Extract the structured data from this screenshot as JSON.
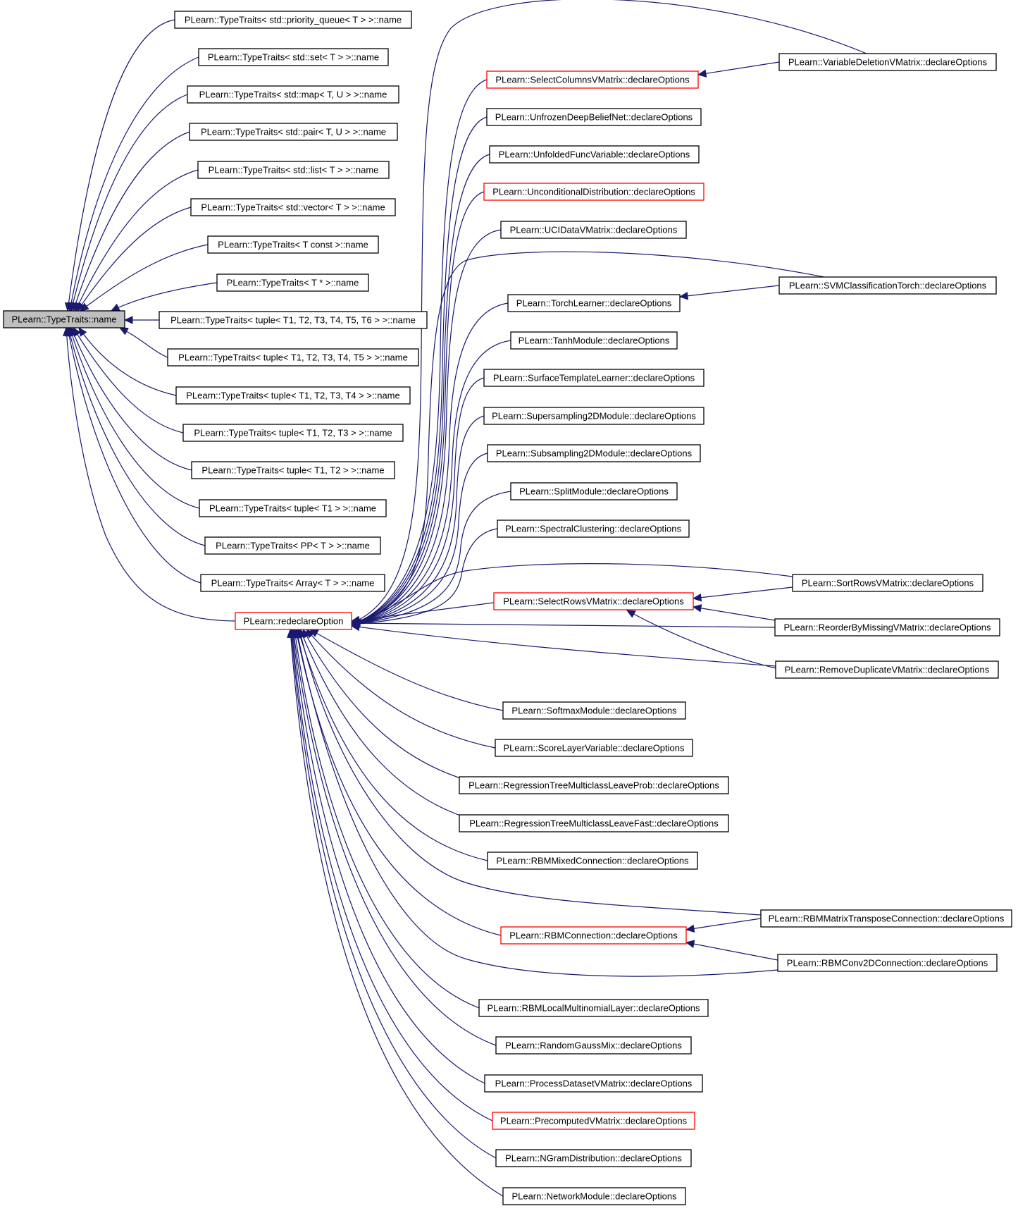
{
  "colors": {
    "edge": "#191970",
    "node_border": "#000000",
    "node_border_highlight": "#ff0000",
    "root_fill": "#bfbfbf",
    "background": "#ffffff"
  },
  "nodes": [
    {
      "id": "root",
      "label": "PLearn::TypeTraits::name",
      "style": "root"
    },
    {
      "id": "tt_pq",
      "label": "PLearn::TypeTraits< std::priority_queue< T > >::name",
      "style": "normal"
    },
    {
      "id": "tt_set",
      "label": "PLearn::TypeTraits< std::set< T > >::name",
      "style": "normal"
    },
    {
      "id": "tt_map",
      "label": "PLearn::TypeTraits< std::map< T, U > >::name",
      "style": "normal"
    },
    {
      "id": "tt_pair",
      "label": "PLearn::TypeTraits< std::pair< T, U > >::name",
      "style": "normal"
    },
    {
      "id": "tt_list",
      "label": "PLearn::TypeTraits< std::list< T > >::name",
      "style": "normal"
    },
    {
      "id": "tt_vector",
      "label": "PLearn::TypeTraits< std::vector< T > >::name",
      "style": "normal"
    },
    {
      "id": "tt_tconst",
      "label": "PLearn::TypeTraits< T const >::name",
      "style": "normal"
    },
    {
      "id": "tt_tptr",
      "label": "PLearn::TypeTraits< T * >::name",
      "style": "normal"
    },
    {
      "id": "tt_tuple6",
      "label": "PLearn::TypeTraits< tuple< T1, T2, T3, T4, T5, T6 > >::name",
      "style": "normal"
    },
    {
      "id": "tt_tuple5",
      "label": "PLearn::TypeTraits< tuple< T1, T2, T3, T4, T5 > >::name",
      "style": "normal"
    },
    {
      "id": "tt_tuple4",
      "label": "PLearn::TypeTraits< tuple< T1, T2, T3, T4 > >::name",
      "style": "normal"
    },
    {
      "id": "tt_tuple3",
      "label": "PLearn::TypeTraits< tuple< T1, T2, T3 > >::name",
      "style": "normal"
    },
    {
      "id": "tt_tuple2",
      "label": "PLearn::TypeTraits< tuple< T1, T2 > >::name",
      "style": "normal"
    },
    {
      "id": "tt_tuple1",
      "label": "PLearn::TypeTraits< tuple< T1 > >::name",
      "style": "normal"
    },
    {
      "id": "tt_pp",
      "label": "PLearn::TypeTraits< PP< T > >::name",
      "style": "normal"
    },
    {
      "id": "tt_array",
      "label": "PLearn::TypeTraits< Array< T > >::name",
      "style": "normal"
    },
    {
      "id": "redeclare",
      "label": "PLearn::redeclareOption",
      "style": "highlight"
    },
    {
      "id": "selcols",
      "label": "PLearn::SelectColumnsVMatrix::declareOptions",
      "style": "highlight"
    },
    {
      "id": "unfrozen",
      "label": "PLearn::UnfrozenDeepBeliefNet::declareOptions",
      "style": "normal"
    },
    {
      "id": "unfolded",
      "label": "PLearn::UnfoldedFuncVariable::declareOptions",
      "style": "normal"
    },
    {
      "id": "uncond",
      "label": "PLearn::UnconditionalDistribution::declareOptions",
      "style": "highlight"
    },
    {
      "id": "uci",
      "label": "PLearn::UCIDataVMatrix::declareOptions",
      "style": "normal"
    },
    {
      "id": "torch",
      "label": "PLearn::TorchLearner::declareOptions",
      "style": "normal"
    },
    {
      "id": "tanh",
      "label": "PLearn::TanhModule::declareOptions",
      "style": "normal"
    },
    {
      "id": "surface",
      "label": "PLearn::SurfaceTemplateLearner::declareOptions",
      "style": "normal"
    },
    {
      "id": "supersamp",
      "label": "PLearn::Supersampling2DModule::declareOptions",
      "style": "normal"
    },
    {
      "id": "subsamp",
      "label": "PLearn::Subsampling2DModule::declareOptions",
      "style": "normal"
    },
    {
      "id": "split",
      "label": "PLearn::SplitModule::declareOptions",
      "style": "normal"
    },
    {
      "id": "spectral",
      "label": "PLearn::SpectralClustering::declareOptions",
      "style": "normal"
    },
    {
      "id": "selrows",
      "label": "PLearn::SelectRowsVMatrix::declareOptions",
      "style": "highlight"
    },
    {
      "id": "softmax",
      "label": "PLearn::SoftmaxModule::declareOptions",
      "style": "normal"
    },
    {
      "id": "scorelayer",
      "label": "PLearn::ScoreLayerVariable::declareOptions",
      "style": "normal"
    },
    {
      "id": "rtprob",
      "label": "PLearn::RegressionTreeMulticlassLeaveProb::declareOptions",
      "style": "normal"
    },
    {
      "id": "rtfast",
      "label": "PLearn::RegressionTreeMulticlassLeaveFast::declareOptions",
      "style": "normal"
    },
    {
      "id": "rbmmixed",
      "label": "PLearn::RBMMixedConnection::declareOptions",
      "style": "normal"
    },
    {
      "id": "rbmconn",
      "label": "PLearn::RBMConnection::declareOptions",
      "style": "highlight"
    },
    {
      "id": "rbmlocal",
      "label": "PLearn::RBMLocalMultinomialLayer::declareOptions",
      "style": "normal"
    },
    {
      "id": "randgauss",
      "label": "PLearn::RandomGaussMix::declareOptions",
      "style": "normal"
    },
    {
      "id": "procdata",
      "label": "PLearn::ProcessDatasetVMatrix::declareOptions",
      "style": "normal"
    },
    {
      "id": "precomp",
      "label": "PLearn::PrecomputedVMatrix::declareOptions",
      "style": "highlight"
    },
    {
      "id": "ngram",
      "label": "PLearn::NGramDistribution::declareOptions",
      "style": "normal"
    },
    {
      "id": "network",
      "label": "PLearn::NetworkModule::declareOptions",
      "style": "normal"
    },
    {
      "id": "vardel",
      "label": "PLearn::VariableDeletionVMatrix::declareOptions",
      "style": "normal"
    },
    {
      "id": "svmtorch",
      "label": "PLearn::SVMClassificationTorch::declareOptions",
      "style": "normal"
    },
    {
      "id": "sortrows",
      "label": "PLearn::SortRowsVMatrix::declareOptions",
      "style": "normal"
    },
    {
      "id": "reorder",
      "label": "PLearn::ReorderByMissingVMatrix::declareOptions",
      "style": "normal"
    },
    {
      "id": "removedup",
      "label": "PLearn::RemoveDuplicateVMatrix::declareOptions",
      "style": "normal"
    },
    {
      "id": "rbmtrans",
      "label": "PLearn::RBMMatrixTransposeConnection::declareOptions",
      "style": "normal"
    },
    {
      "id": "rbmconv",
      "label": "PLearn::RBMConv2DConnection::declareOptions",
      "style": "normal"
    }
  ],
  "edges": [
    {
      "from": "tt_pq",
      "to": "root"
    },
    {
      "from": "tt_set",
      "to": "root"
    },
    {
      "from": "tt_map",
      "to": "root"
    },
    {
      "from": "tt_pair",
      "to": "root"
    },
    {
      "from": "tt_list",
      "to": "root"
    },
    {
      "from": "tt_vector",
      "to": "root"
    },
    {
      "from": "tt_tconst",
      "to": "root"
    },
    {
      "from": "tt_tptr",
      "to": "root"
    },
    {
      "from": "tt_tuple6",
      "to": "root"
    },
    {
      "from": "tt_tuple5",
      "to": "root"
    },
    {
      "from": "tt_tuple4",
      "to": "root"
    },
    {
      "from": "tt_tuple3",
      "to": "root"
    },
    {
      "from": "tt_tuple2",
      "to": "root"
    },
    {
      "from": "tt_tuple1",
      "to": "root"
    },
    {
      "from": "tt_pp",
      "to": "root"
    },
    {
      "from": "tt_array",
      "to": "root"
    },
    {
      "from": "redeclare",
      "to": "root"
    },
    {
      "from": "selcols",
      "to": "redeclare"
    },
    {
      "from": "unfrozen",
      "to": "redeclare"
    },
    {
      "from": "unfolded",
      "to": "redeclare"
    },
    {
      "from": "uncond",
      "to": "redeclare"
    },
    {
      "from": "uci",
      "to": "redeclare"
    },
    {
      "from": "torch",
      "to": "redeclare"
    },
    {
      "from": "tanh",
      "to": "redeclare"
    },
    {
      "from": "surface",
      "to": "redeclare"
    },
    {
      "from": "supersamp",
      "to": "redeclare"
    },
    {
      "from": "subsamp",
      "to": "redeclare"
    },
    {
      "from": "split",
      "to": "redeclare"
    },
    {
      "from": "spectral",
      "to": "redeclare"
    },
    {
      "from": "selrows",
      "to": "redeclare"
    },
    {
      "from": "softmax",
      "to": "redeclare"
    },
    {
      "from": "scorelayer",
      "to": "redeclare"
    },
    {
      "from": "rtprob",
      "to": "redeclare"
    },
    {
      "from": "rtfast",
      "to": "redeclare"
    },
    {
      "from": "rbmmixed",
      "to": "redeclare"
    },
    {
      "from": "rbmconn",
      "to": "redeclare"
    },
    {
      "from": "rbmlocal",
      "to": "redeclare"
    },
    {
      "from": "randgauss",
      "to": "redeclare"
    },
    {
      "from": "procdata",
      "to": "redeclare"
    },
    {
      "from": "precomp",
      "to": "redeclare"
    },
    {
      "from": "ngram",
      "to": "redeclare"
    },
    {
      "from": "network",
      "to": "redeclare"
    },
    {
      "from": "vardel",
      "to": "redeclare"
    },
    {
      "from": "vardel",
      "to": "selcols"
    },
    {
      "from": "svmtorch",
      "to": "redeclare"
    },
    {
      "from": "svmtorch",
      "to": "torch"
    },
    {
      "from": "sortrows",
      "to": "redeclare"
    },
    {
      "from": "sortrows",
      "to": "selrows"
    },
    {
      "from": "reorder",
      "to": "redeclare"
    },
    {
      "from": "reorder",
      "to": "selrows"
    },
    {
      "from": "removedup",
      "to": "redeclare"
    },
    {
      "from": "removedup",
      "to": "selrows"
    },
    {
      "from": "rbmtrans",
      "to": "redeclare"
    },
    {
      "from": "rbmtrans",
      "to": "rbmconn"
    },
    {
      "from": "rbmconv",
      "to": "redeclare"
    },
    {
      "from": "rbmconv",
      "to": "rbmconn"
    }
  ]
}
